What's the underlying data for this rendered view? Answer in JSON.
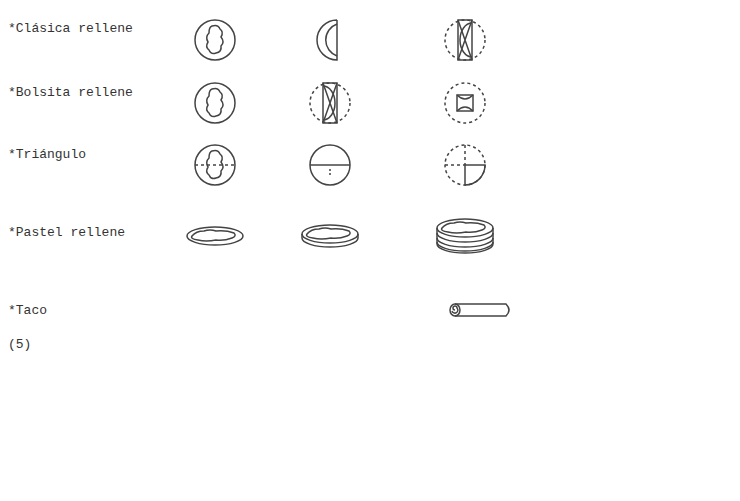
{
  "diagram": {
    "labels": [
      "*Clásica rellene",
      "*Bolsita rellene",
      "*Triángulo",
      "*Pastel rellene",
      "*Taco",
      "(5)"
    ]
  }
}
